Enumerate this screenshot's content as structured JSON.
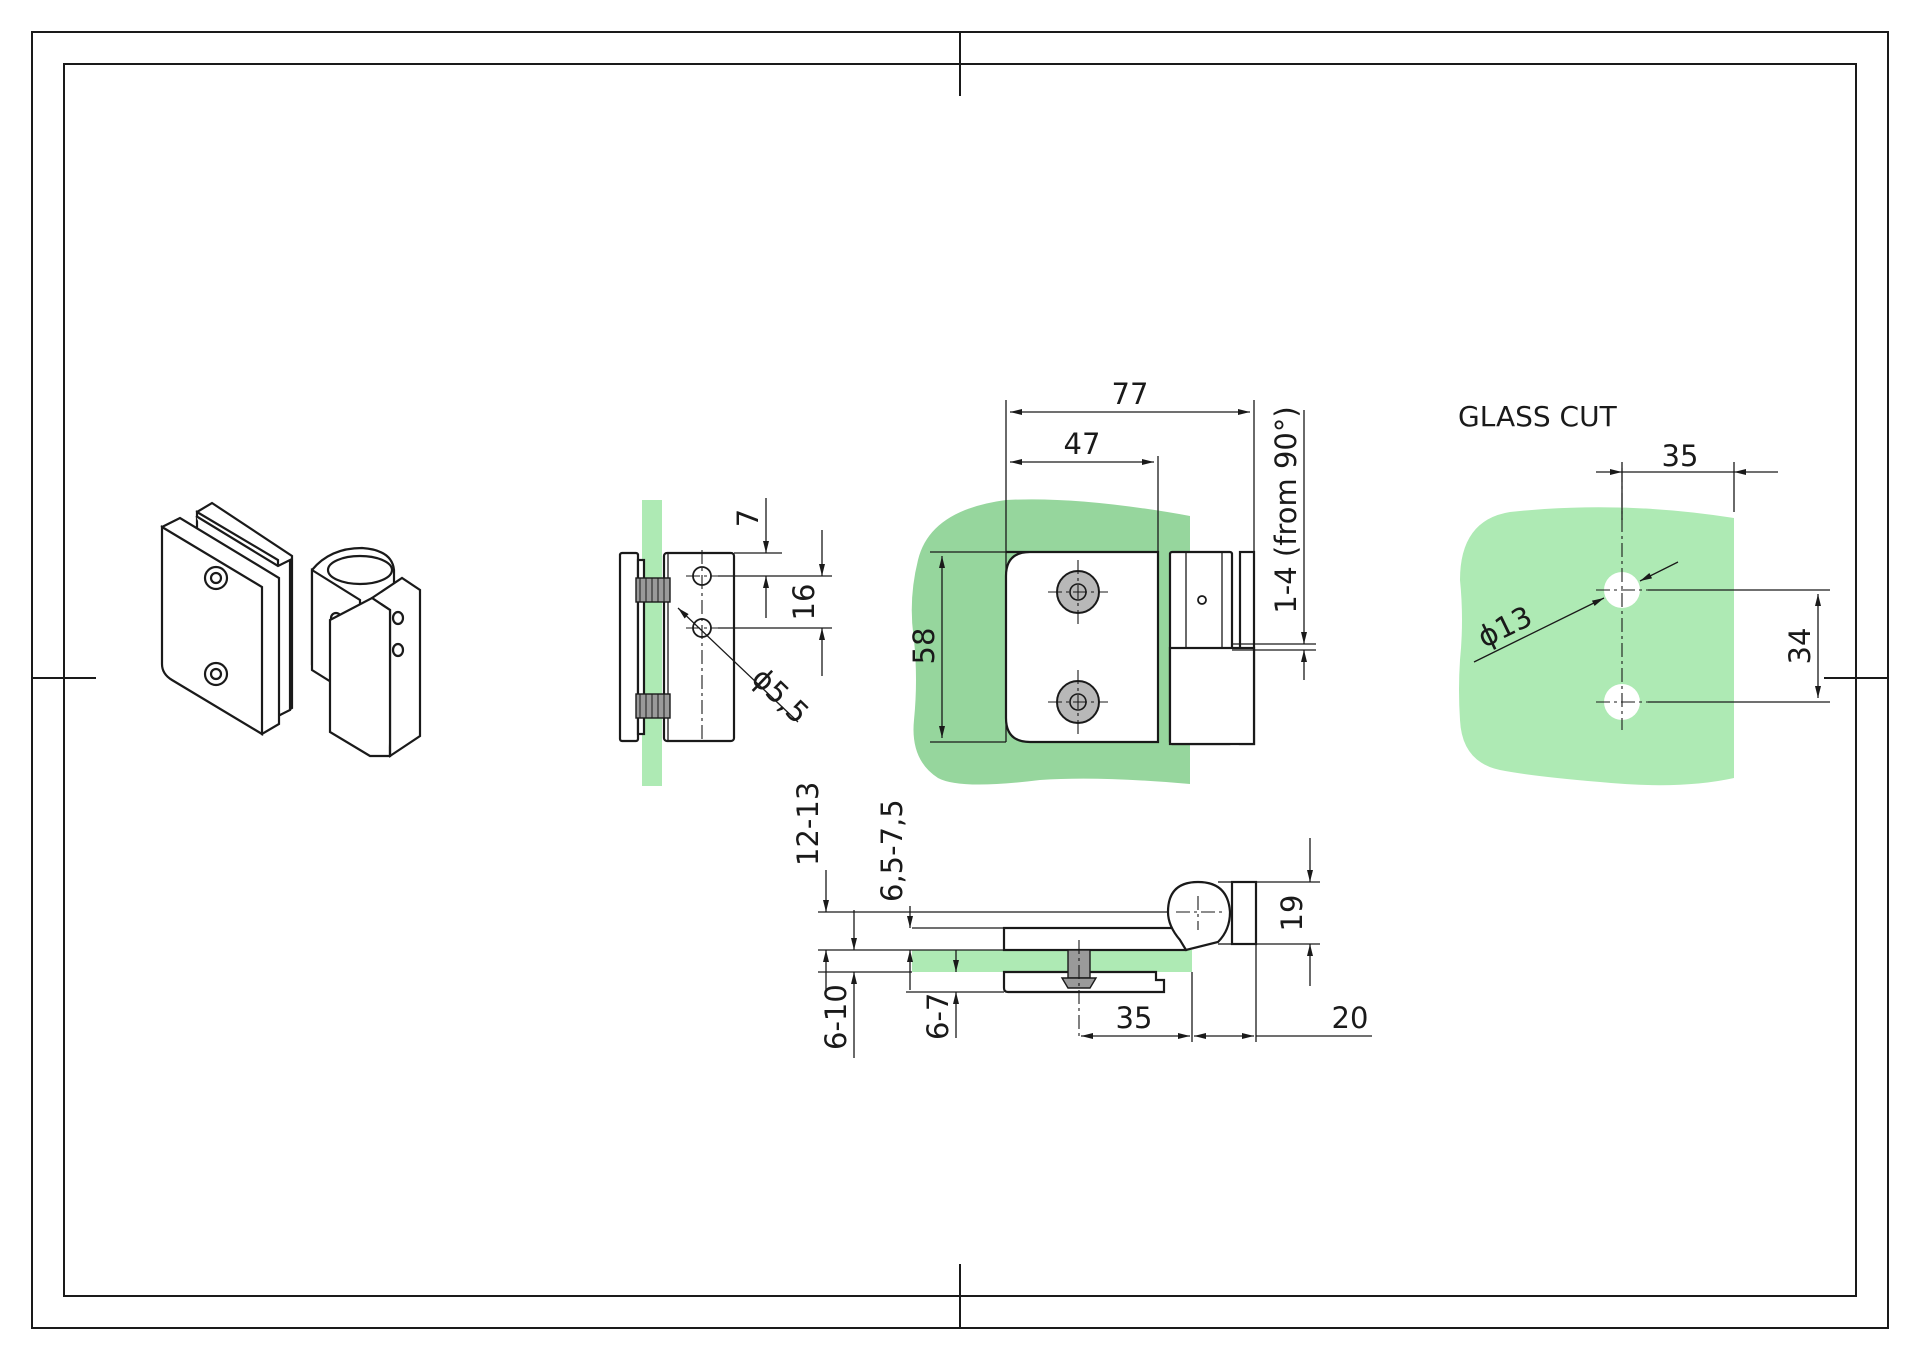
{
  "colors": {
    "glass": "#aeeab4",
    "glass_dark": "#96d69d",
    "line": "#1a1a1a",
    "screw": "#b8b8b8"
  },
  "glass_cut": {
    "title": "GLASS CUT",
    "hole_spacing_horizontal": "35",
    "hole_diameter": "ϕ13",
    "hole_spacing_vertical": "34"
  },
  "side_view": {
    "dim_top_offset": "7",
    "dim_hole_spacing": "16",
    "dim_hole_diameter": "ϕ5,5"
  },
  "front_view": {
    "dim_overall_width": "77",
    "dim_plate_width": "47",
    "dim_height": "58",
    "dim_adjustment": "1-4 (from 90°)"
  },
  "top_view": {
    "dim_glass_thickness": "12-13",
    "dim_offset": "6,5-7,5",
    "dim_wall": "6-10",
    "dim_plate": "6-7",
    "dim_screw_distance": "35",
    "dim_knuckle_width": "20",
    "dim_knuckle_depth": "19"
  }
}
